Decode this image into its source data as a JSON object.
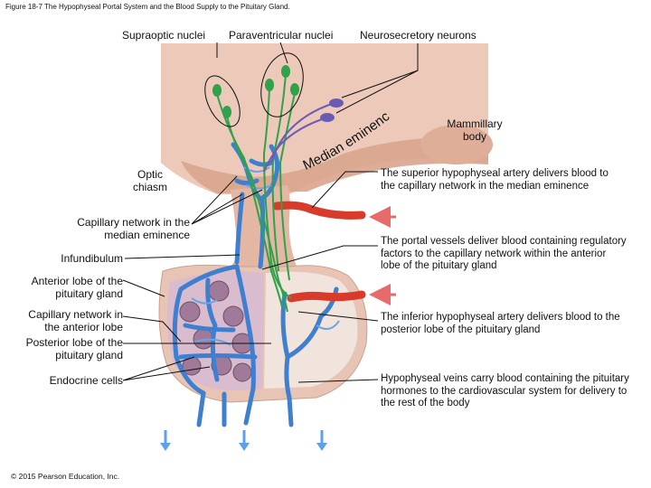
{
  "figure_title": "Figure 18-7 The Hypophyseal Portal System and the Blood Supply to the Pituitary Gland.",
  "labels": {
    "supraoptic_nuclei": "Supraoptic nuclei",
    "paraventricular_nuclei": "Paraventricular nuclei",
    "neurosecretory_neurons": "Neurosecretory neurons",
    "mammillary_body": "Mammillary body",
    "median_eminence_curved": "Median eminence",
    "optic_chiasm": "Optic chiasm",
    "capillary_network_median": "Capillary network in the median eminence",
    "infundibulum": "Infundibulum",
    "anterior_lobe": "Anterior lobe of the pituitary gland",
    "capillary_network_anterior": "Capillary network in the anterior lobe",
    "posterior_lobe": "Posterior lobe of the pituitary gland",
    "endocrine_cells": "Endocrine cells"
  },
  "descriptions": {
    "superior_artery": "The superior hypophyseal artery delivers blood to the capillary network in the median eminence",
    "portal_vessels": "The portal vessels deliver blood containing regulatory factors to the capillary network within the anterior lobe of the pituitary gland",
    "inferior_artery": "The inferior hypophyseal artery delivers blood to the posterior lobe of the pituitary gland",
    "hypophyseal_veins": "Hypophyseal veins carry blood containing the pituitary hormones to the cardiovascular system for delivery to the rest of the body"
  },
  "copyright": "© 2015 Pearson Education, Inc.",
  "colors": {
    "tissue": "#e8c4b2",
    "tissue_dark": "#d9a48e",
    "anterior_lobe": "#d7bccd",
    "cell_cluster": "#a07a98",
    "capillary": "#3f7fd0",
    "artery": "#d93b2b",
    "axon_green": "#2fa24a",
    "axon_purple": "#6a5bb5",
    "arrow": "#e86a6a"
  },
  "icons": {
    "inflow_arrow": "arrow-left-icon",
    "outflow_arrow": "arrow-down-icon"
  }
}
